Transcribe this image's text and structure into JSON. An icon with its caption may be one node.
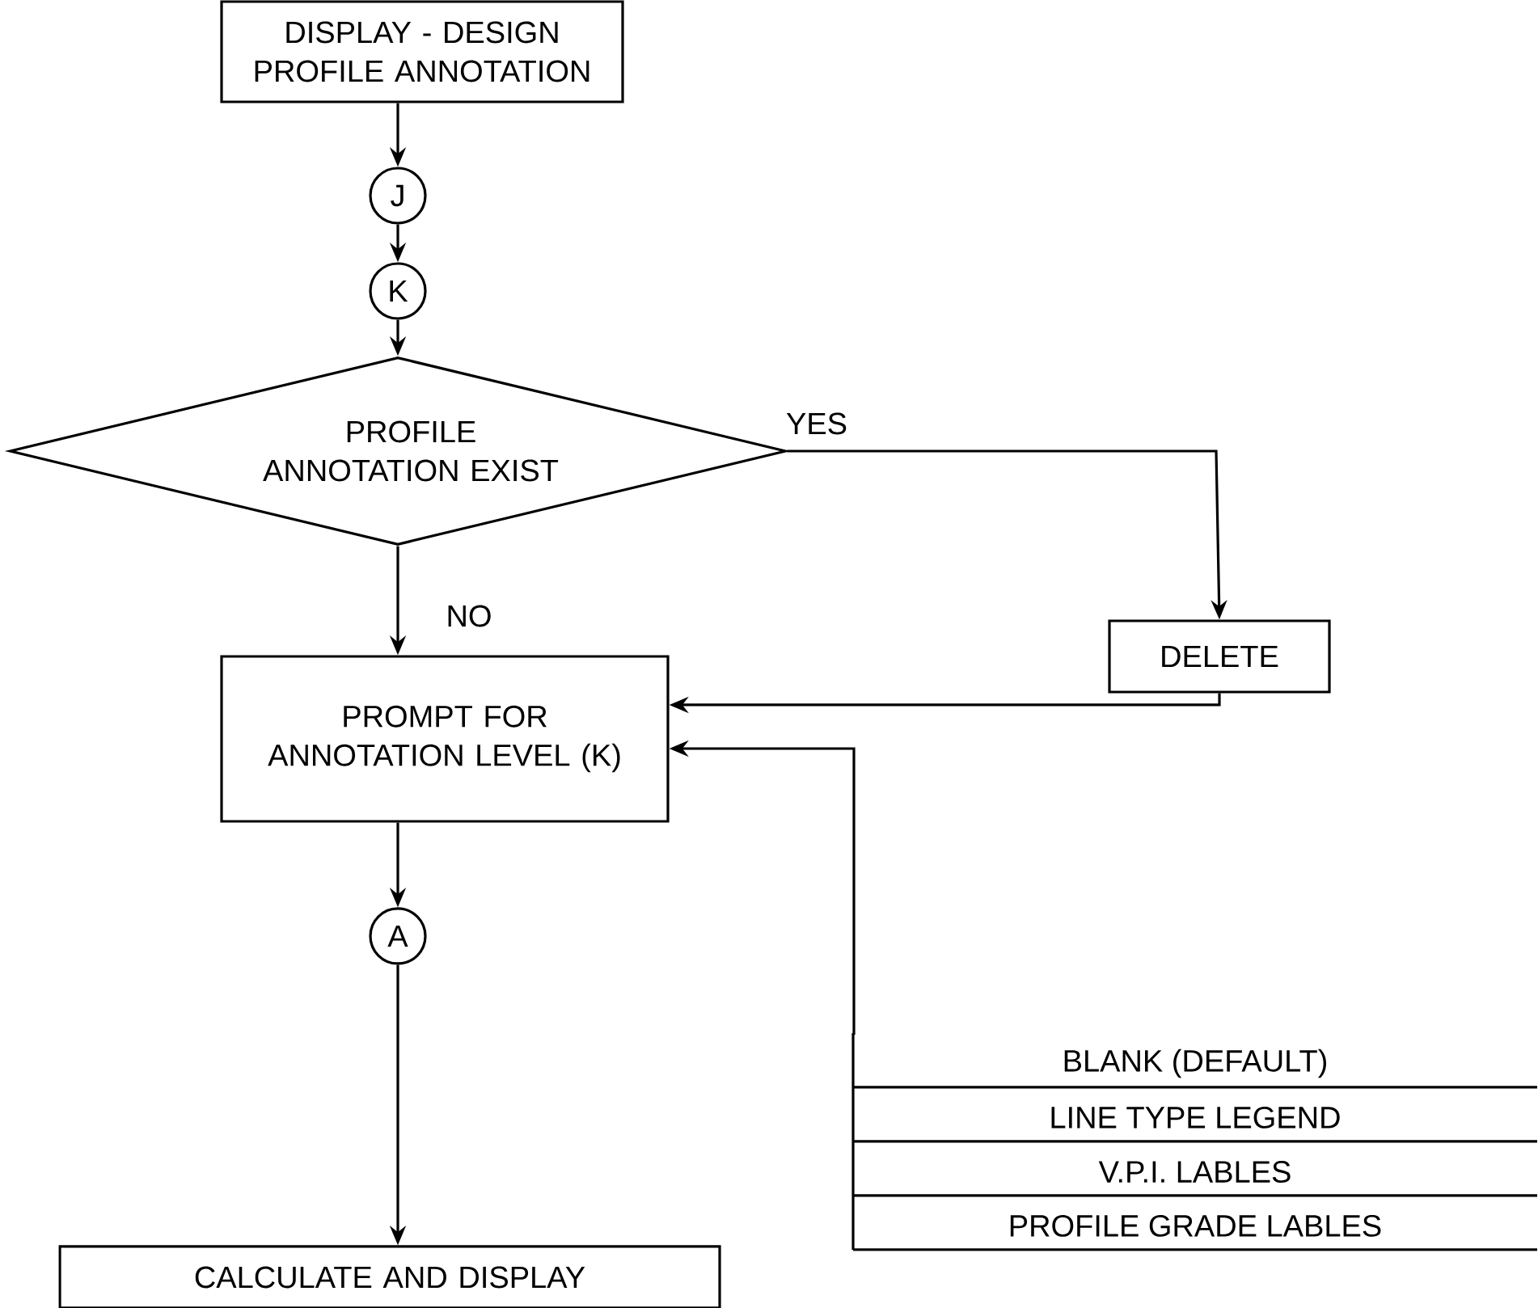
{
  "diagram": {
    "nodes": [
      {
        "text": [
          "DISPLAY - DESIGN PROFILE ANNOTATION"
        ]
      },
      {
        "text": [
          "J"
        ]
      },
      {
        "text": [
          "K"
        ]
      },
      {
        "text": [
          "PROFILE ANNOTATION EXIST"
        ]
      },
      {
        "text": [
          "DELETE"
        ]
      },
      {
        "text": [
          "PROMPT FOR ANNOTATION LEVEL (K)"
        ]
      },
      {
        "text": [
          "A"
        ]
      },
      {
        "text": [
          "CALCULATE AND DISPLAY"
        ]
      },
      {
        "text": [
          "BLANK (DEFAULT)",
          "LINE TYPE LEGEND",
          "V.P.I. LABLES",
          "PROFILE GRADE LABLES"
        ]
      }
    ],
    "edges": [
      {
        "from": 0,
        "to": 1,
        "arrow": "to"
      },
      {
        "from": 1,
        "to": 2,
        "arrow": "to"
      },
      {
        "from": 2,
        "to": 3,
        "arrow": "to"
      },
      {
        "from": 3,
        "to": 4,
        "arrow": "to",
        "label": "YES"
      },
      {
        "from": 3,
        "to": 5,
        "arrow": "to",
        "label": "NO"
      },
      {
        "from": 4,
        "to": 5,
        "arrow": "to"
      },
      {
        "from": 8,
        "to": 5,
        "arrow": "to"
      },
      {
        "from": 5,
        "to": 6,
        "arrow": "to"
      },
      {
        "from": 6,
        "to": 7,
        "arrow": "to"
      }
    ]
  }
}
